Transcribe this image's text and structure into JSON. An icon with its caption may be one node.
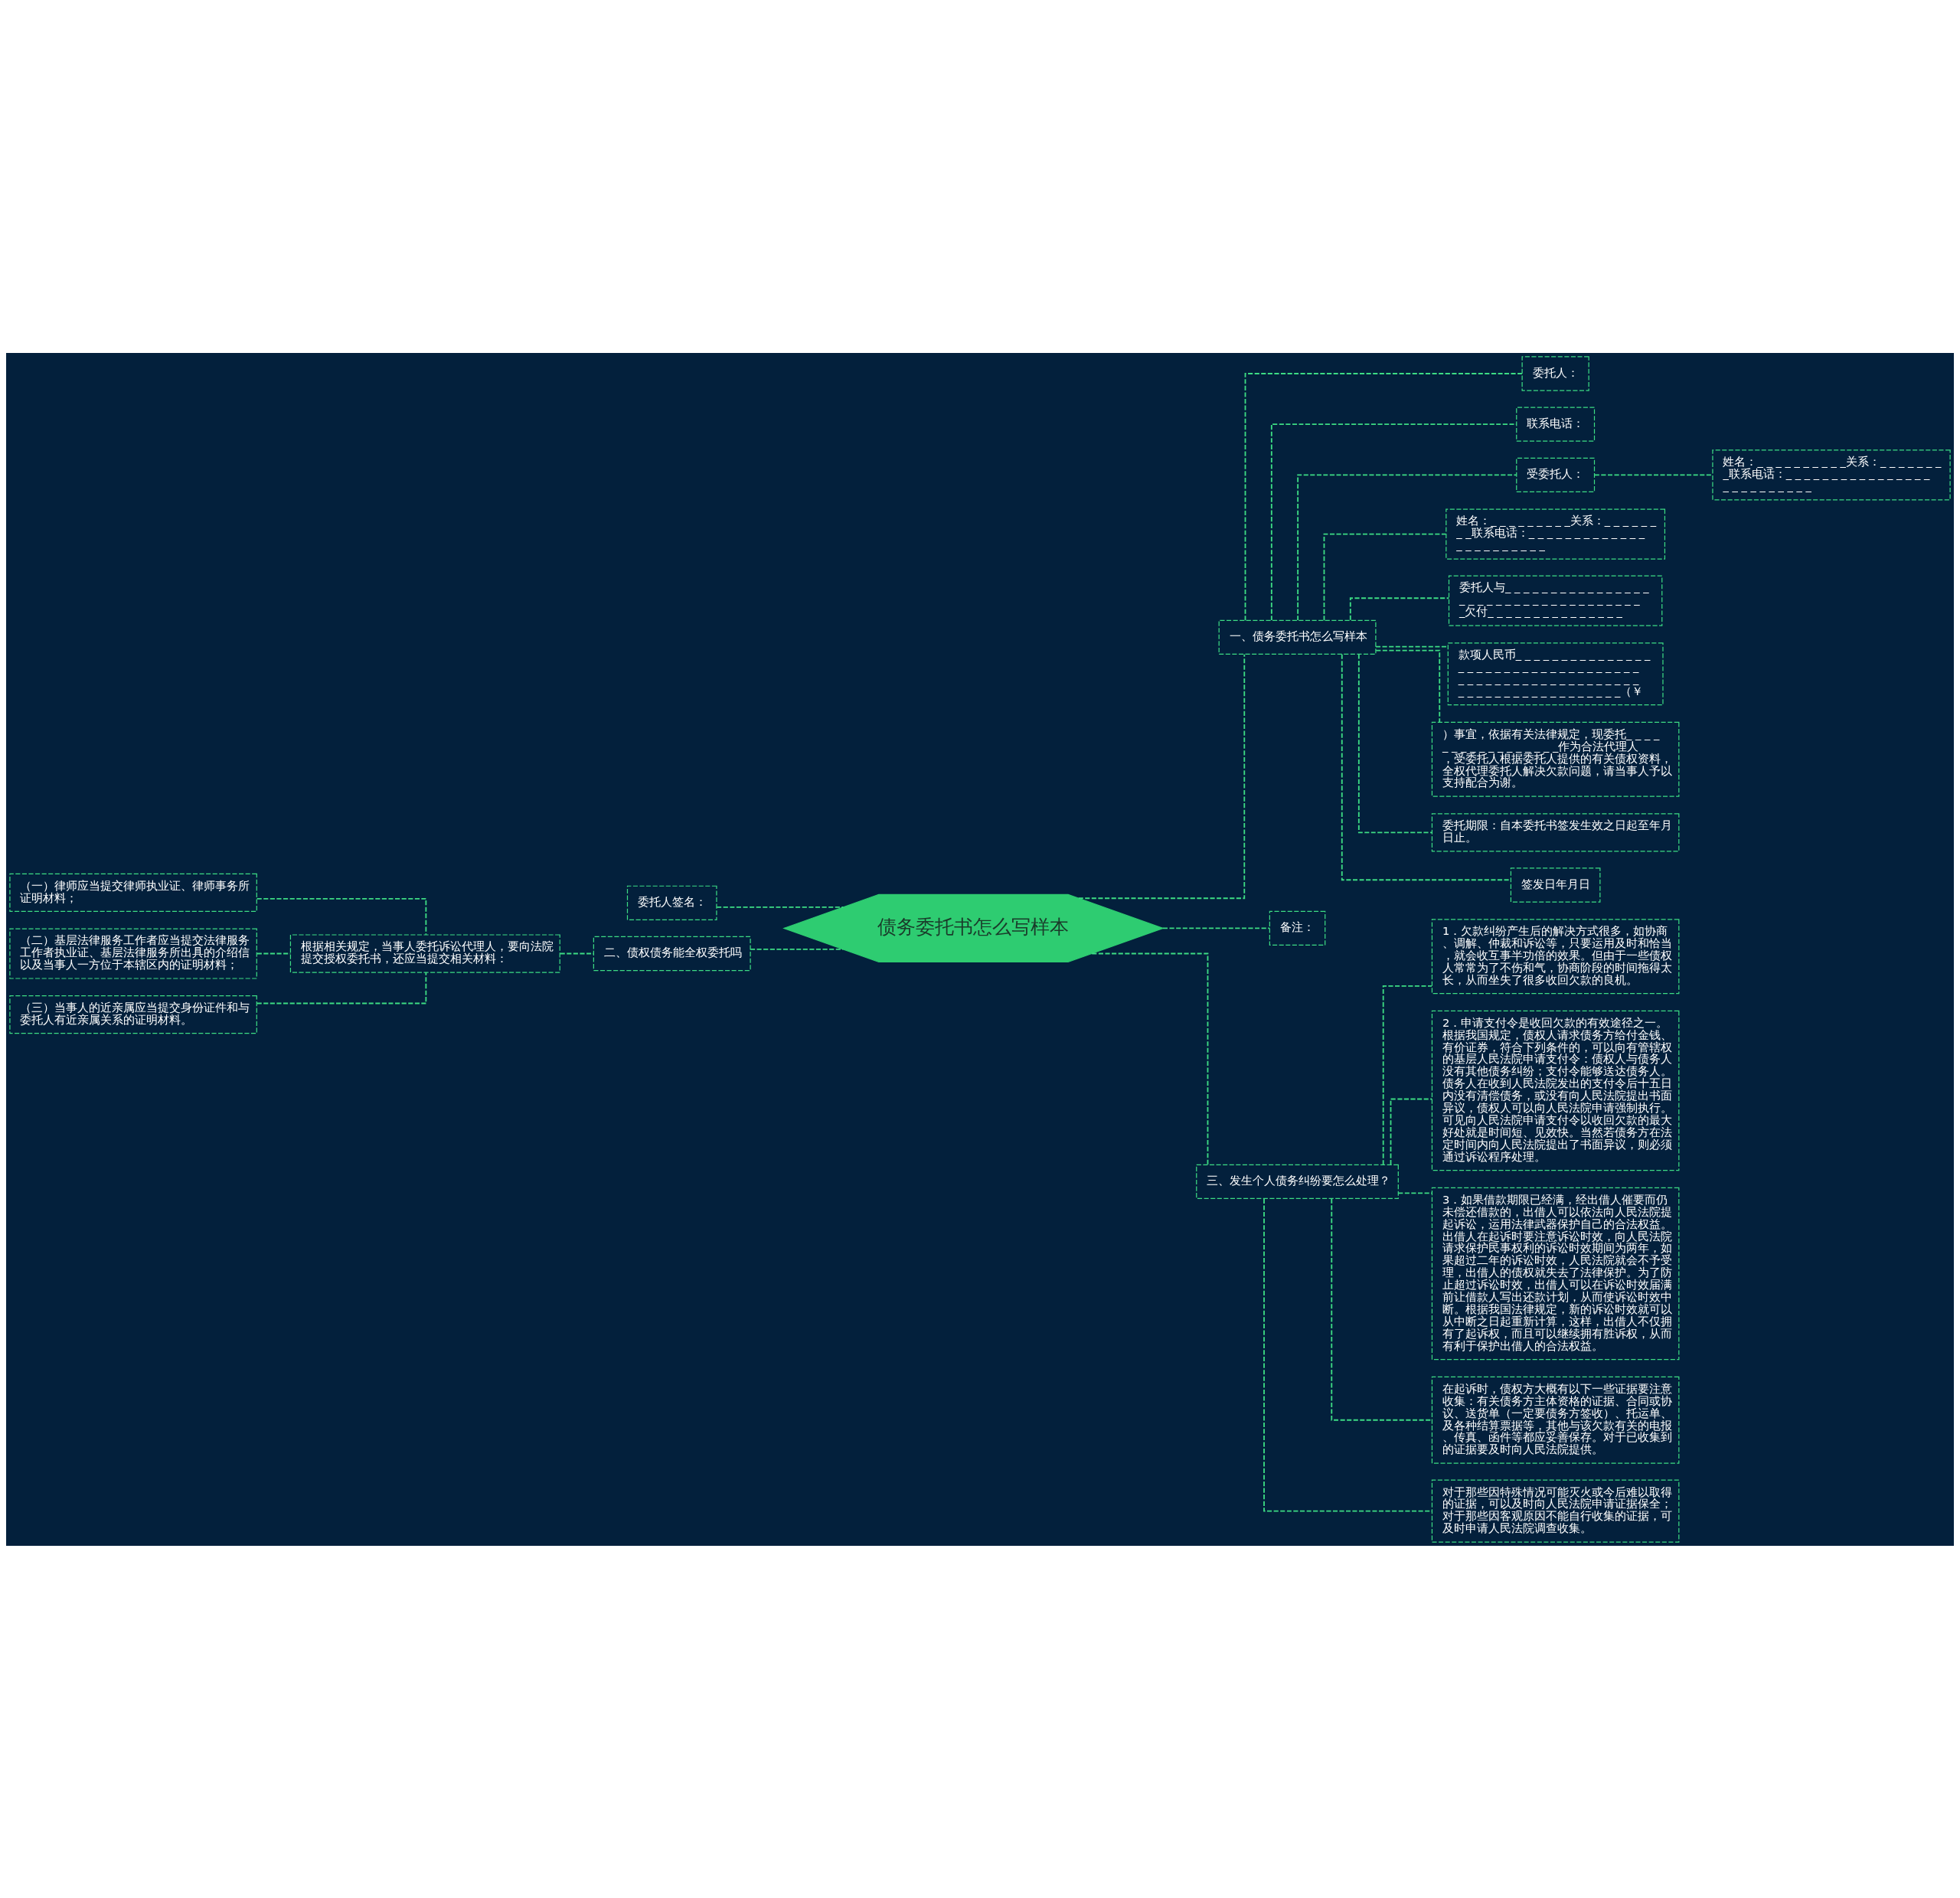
{
  "diagram": {
    "nodes": [
      {
        "text": [
          "债务委托书怎么写样本"
        ]
      },
      {
        "text": [
          "一、债务委托书怎么写样本"
        ]
      },
      {
        "text": [
          "委托人："
        ]
      },
      {
        "text": [
          "联系电话："
        ]
      },
      {
        "text": [
          "受委托人："
        ]
      },
      {
        "text": [
          "姓名：_ _ _ _ _ _ _ _ _ _关系：_ _ _ _ _ _ _ _联系电话：_ _ _ _ _ _ _ _ _ _ _ _ _ _ _ _ _ _ _ _ _ _ _ _ _ _"
        ]
      },
      {
        "text": [
          "姓名：_ _ _ _ _ _ _ _ _关系：_ _ _ _ _ _ _ _联系电话：_ _ _ _ _ _ _ _ _ _ _ _ _ _ _ _ _ _ _ _ _ _ _"
        ]
      },
      {
        "text": [
          "委托人与_ _ _ _ _ _ _ _ _ _ _ _ _ _ _ _ _ _ _ _ _ _ _ _ _ _ _ _ _ _ _ _ _ _ _ _ _欠付_ _ _ _ _ _ _ _ _ _ _ _ _ _ _"
        ]
      },
      {
        "text": [
          "款项人民币_ _ _ _ _ _ _ _ _ _ _ _ _ _ _ _ _ _ _ _ _ _ _ _ _ _ _ _ _ _ _ _ _ _ _ _ _ _ _ _ _ _ _ _ _ _ _ _ _ _ _ _ _ _ _ _ _ _ _ _ _ _ _ _ _ _ _ _ _ _ _ _ _（￥"
        ]
      },
      {
        "text": [
          "）事宜，依据有关法律规定，现委托_ _ _ _ _ _ _ _ _ _ _ _ _ _ _ _ _作为合法代理人，受委托人根据委托人提供的有关债权资料，全权代理委托人解决欠款问题，请当事人予以支持配合为谢。"
        ]
      },
      {
        "text": [
          "委托期限：自本委托书签发生效之日起至年月日止。"
        ]
      },
      {
        "text": [
          "签发日年月日"
        ]
      },
      {
        "text": [
          "备注："
        ]
      },
      {
        "text": [
          "委托人签名："
        ]
      },
      {
        "text": [
          "二、债权债务能全权委托吗"
        ]
      },
      {
        "text": [
          "根据相关规定，当事人委托诉讼代理人，要向法院提交授权委托书，还应当提交相关材料："
        ]
      },
      {
        "text": [
          "（一）律师应当提交律师执业证、律师事务所证明材料；"
        ]
      },
      {
        "text": [
          "（二）基层法律服务工作者应当提交法律服务工作者执业证、基层法律服务所出具的介绍信以及当事人一方位于本辖区内的证明材料；"
        ]
      },
      {
        "text": [
          "（三）当事人的近亲属应当提交身份证件和与委托人有近亲属关系的证明材料。"
        ]
      },
      {
        "text": [
          "三、发生个人债务纠纷要怎么处理？"
        ]
      },
      {
        "text": [
          "1．欠款纠纷产生后的解决方式很多，如协商、调解、仲裁和诉讼等，只要运用及时和恰当，就会收互事半功倍的效果。但由于一些债权人常常为了不伤和气，协商阶段的时间拖得太长，从而坐失了很多收回欠款的良机。"
        ]
      },
      {
        "text": [
          "2．申请支付令是收回欠款的有效途径之一。根据我国规定，债权人请求债务方给付金钱、有价证券，符合下列条件的，可以向有管辖权的基层人民法院申请支付令：债权人与债务人没有其他债务纠纷；支付令能够送达债务人。债务人在收到人民法院发出的支付令后十五日内没有清偿债务，或没有向人民法院提出书面异议，债权人可以向人民法院申请强制执行。可见向人民法院申请支付令以收回欠款的最大好处就是时间短、见效快。当然若债务方在法定时间内向人民法院提出了书面异议，则必须通过诉讼程序处理。"
        ]
      },
      {
        "text": [
          "3．如果借款期限已经满，经出借人催要而仍未偿还借款的，出借人可以依法向人民法院提起诉讼，运用法律武器保护自己的合法权益。出借人在起诉时要注意诉讼时效，向人民法院请求保护民事权利的诉讼时效期间为两年，如果超过二年的诉讼时效，人民法院就会不予受理，出借人的债权就失去了法律保护。为了防止超过诉讼时效，出借人可以在诉讼时效届满前让借款人写出还款计划，从而使诉讼时效中断。根据我国法律规定，新的诉讼时效就可以从中断之日起重新计算，这样，出借人不仅拥有了起诉权，而且可以继续拥有胜诉权，从而有利于保护出借人的合法权益。"
        ]
      },
      {
        "text": [
          "在起诉时，债权方大概有以下一些证据要注意收集：有关债务方主体资格的证据、合同或协议、送货单（一定要债务方签收）、托运单、及各种结算票据等，其他与该欠款有关的电报、传真、函件等都应妥善保存。对于已收集到的证据要及时向人民法院提供。"
        ]
      },
      {
        "text": [
          "对于那些因特殊情况可能灭火或今后难以取得的证据，可以及时向人民法院申请证据保全；对于那些因客观原因不能自行收集的证据，可及时申请人民法院调查收集。"
        ]
      }
    ],
    "edges": [
      {
        "from": 0,
        "to": 1,
        "arrow": "none"
      },
      {
        "from": 1,
        "to": 2,
        "arrow": "none"
      },
      {
        "from": 1,
        "to": 3,
        "arrow": "none"
      },
      {
        "from": 1,
        "to": 4,
        "arrow": "none"
      },
      {
        "from": 4,
        "to": 5,
        "arrow": "none"
      },
      {
        "from": 1,
        "to": 6,
        "arrow": "none"
      },
      {
        "from": 1,
        "to": 7,
        "arrow": "none"
      },
      {
        "from": 1,
        "to": 8,
        "arrow": "none"
      },
      {
        "from": 1,
        "to": 9,
        "arrow": "none"
      },
      {
        "from": 1,
        "to": 10,
        "arrow": "none"
      },
      {
        "from": 1,
        "to": 11,
        "arrow": "none"
      },
      {
        "from": 0,
        "to": 12,
        "arrow": "none"
      },
      {
        "from": 0,
        "to": 13,
        "arrow": "none"
      },
      {
        "from": 0,
        "to": 14,
        "arrow": "none"
      },
      {
        "from": 14,
        "to": 15,
        "arrow": "none"
      },
      {
        "from": 15,
        "to": 16,
        "arrow": "none"
      },
      {
        "from": 15,
        "to": 17,
        "arrow": "none"
      },
      {
        "from": 15,
        "to": 18,
        "arrow": "none"
      },
      {
        "from": 0,
        "to": 19,
        "arrow": "none"
      },
      {
        "from": 19,
        "to": 20,
        "arrow": "none"
      },
      {
        "from": 19,
        "to": 21,
        "arrow": "none"
      },
      {
        "from": 19,
        "to": 22,
        "arrow": "none"
      },
      {
        "from": 19,
        "to": 23,
        "arrow": "none"
      },
      {
        "from": 19,
        "to": 24,
        "arrow": "none"
      }
    ]
  }
}
